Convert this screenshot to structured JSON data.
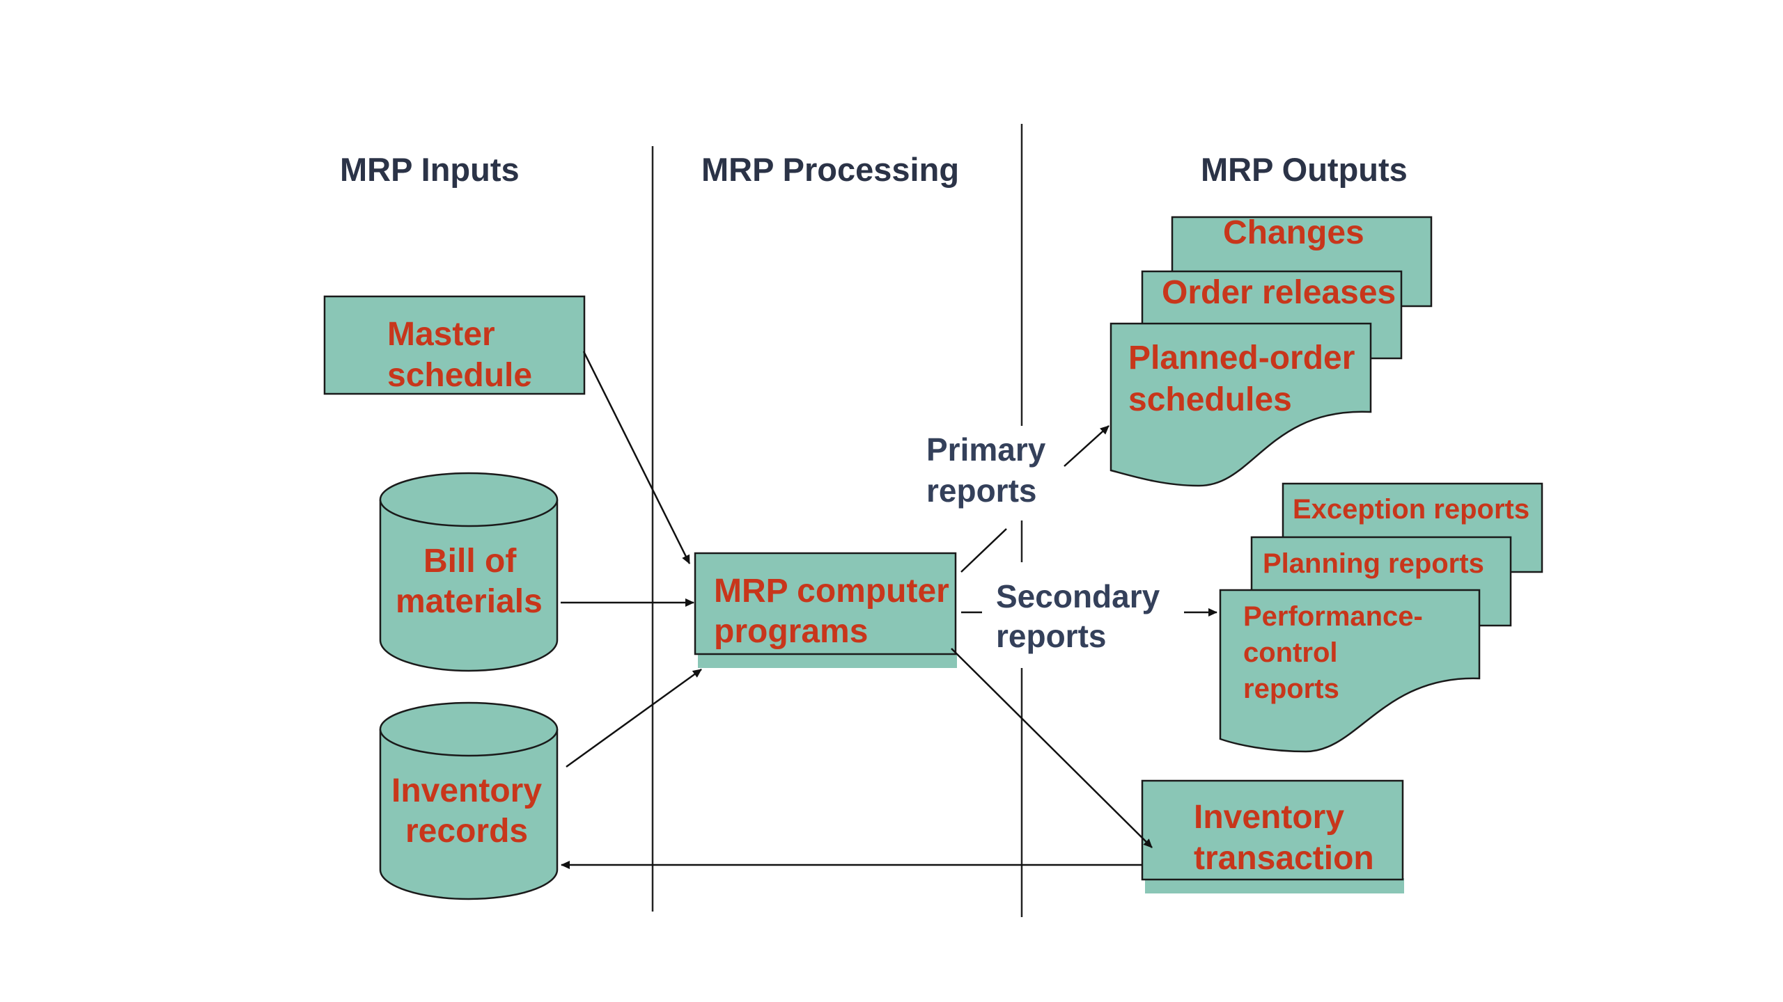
{
  "headers": {
    "inputs": "MRP Inputs",
    "processing": "MRP Processing",
    "outputs": "MRP Outputs"
  },
  "inputs": {
    "master_schedule": [
      "Master",
      "schedule"
    ],
    "bill_of_materials": [
      "Bill of",
      "materials"
    ],
    "inventory_records": [
      "Inventory",
      "records"
    ]
  },
  "processing": {
    "programs": [
      "MRP computer",
      "programs"
    ]
  },
  "labels": {
    "primary_reports": [
      "Primary",
      "reports"
    ],
    "secondary_reports": [
      "Secondary",
      "reports"
    ]
  },
  "outputs": {
    "primary": {
      "changes": "Changes",
      "order_releases": "Order releases",
      "planned_order_schedules": [
        "Planned-order",
        "schedules"
      ]
    },
    "secondary": {
      "exception_reports": "Exception reports",
      "planning_reports": "Planning reports",
      "performance_control_reports": [
        "Performance-",
        "control",
        "reports"
      ]
    },
    "inventory_transaction": [
      "Inventory",
      "transaction"
    ]
  },
  "colors": {
    "shape_fill": "#8ac6b6",
    "box_text": "#c8361b",
    "header_text": "#2b3347",
    "label_text": "#34405a"
  }
}
